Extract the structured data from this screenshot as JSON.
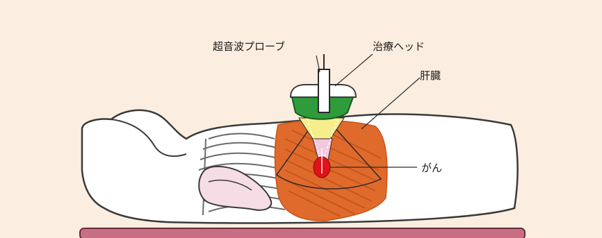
{
  "labels": {
    "ultrasound_probe": "超音波プローブ",
    "treatment_head": "治療ヘッド",
    "liver": "肝臓",
    "cancer": "がん"
  },
  "colors": {
    "background": "#fbeee0",
    "top_band": "#f3e6d8",
    "body_outline": "#3a3a3a",
    "body_fill": "#ffffff",
    "liver_fill": "#e06a2c",
    "head_green": "#2e9c3a",
    "cone_yellow": "#f6ee8c",
    "focus_pink": "#f4c7dc",
    "tumor_red": "#e0121a",
    "table_fill": "#c86e84"
  },
  "icons": {
    "figure": "patient-on-table-illustration"
  }
}
